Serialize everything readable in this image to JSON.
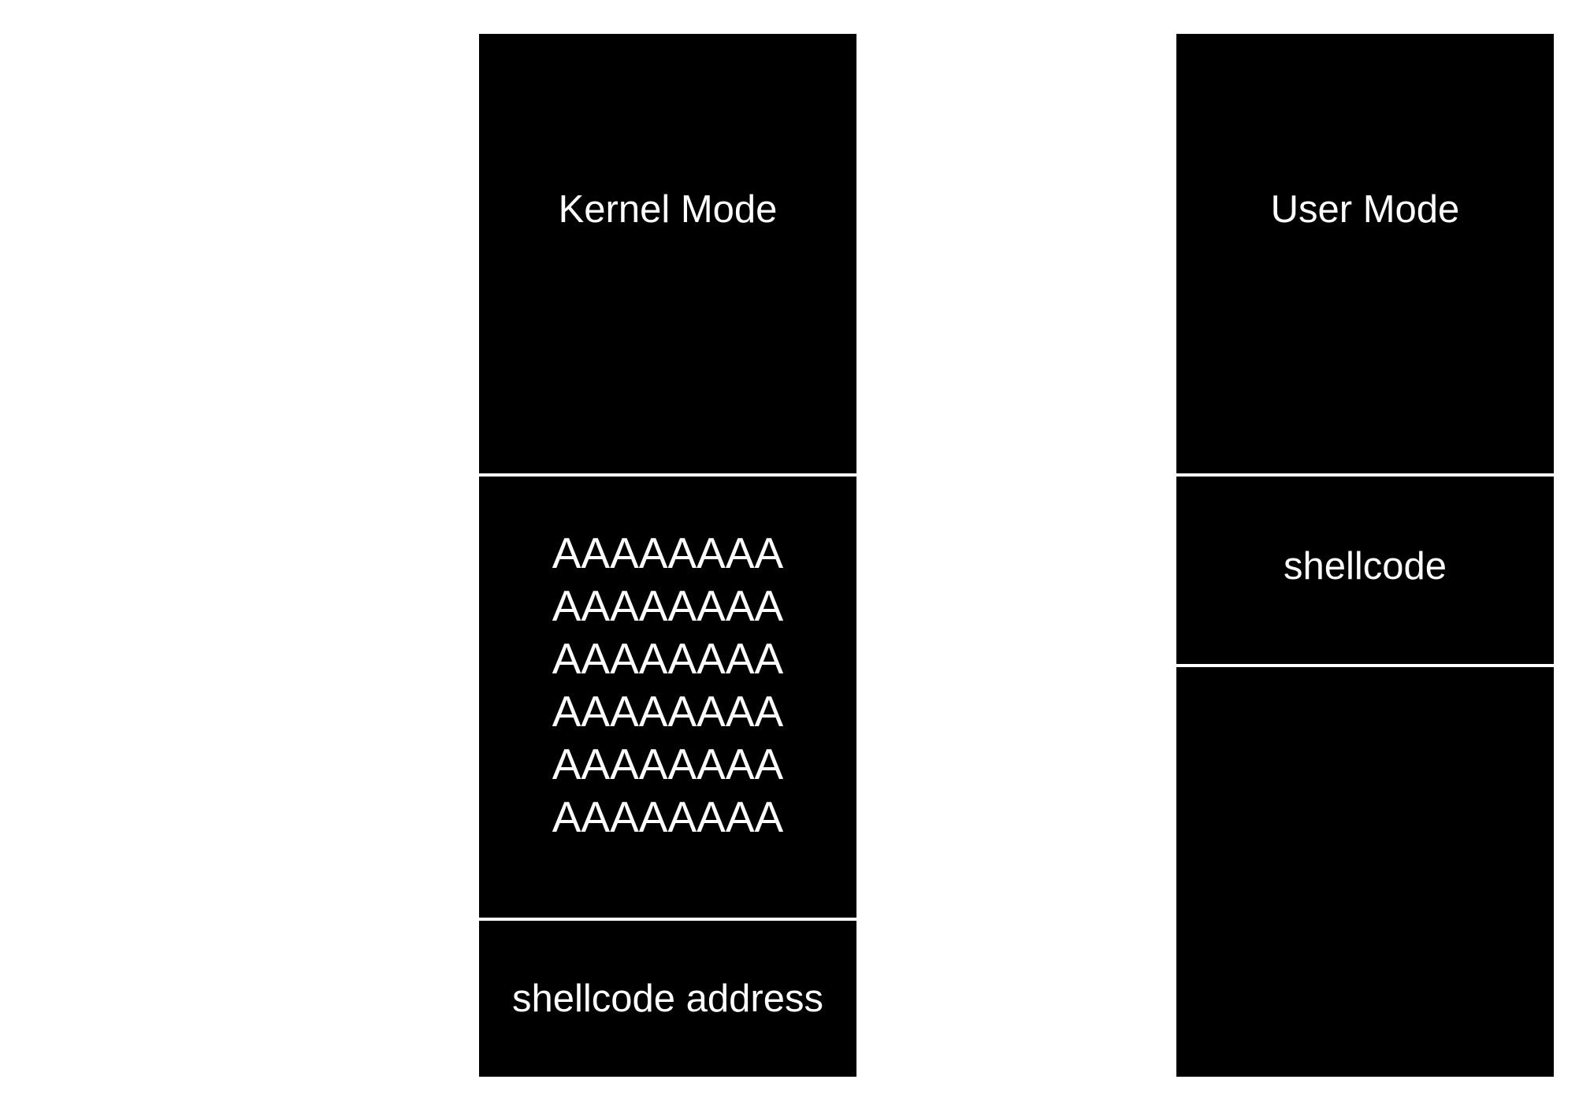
{
  "kernel_column": {
    "top_label": "Kernel Mode",
    "padding_lines": [
      "AAAAAAAA",
      "AAAAAAAA",
      "AAAAAAAA",
      "AAAAAAAA",
      "AAAAAAAA",
      "AAAAAAAA"
    ],
    "bottom_label": "shellcode address"
  },
  "user_column": {
    "top_label": "User Mode",
    "middle_label": "shellcode",
    "bottom_label": ""
  }
}
